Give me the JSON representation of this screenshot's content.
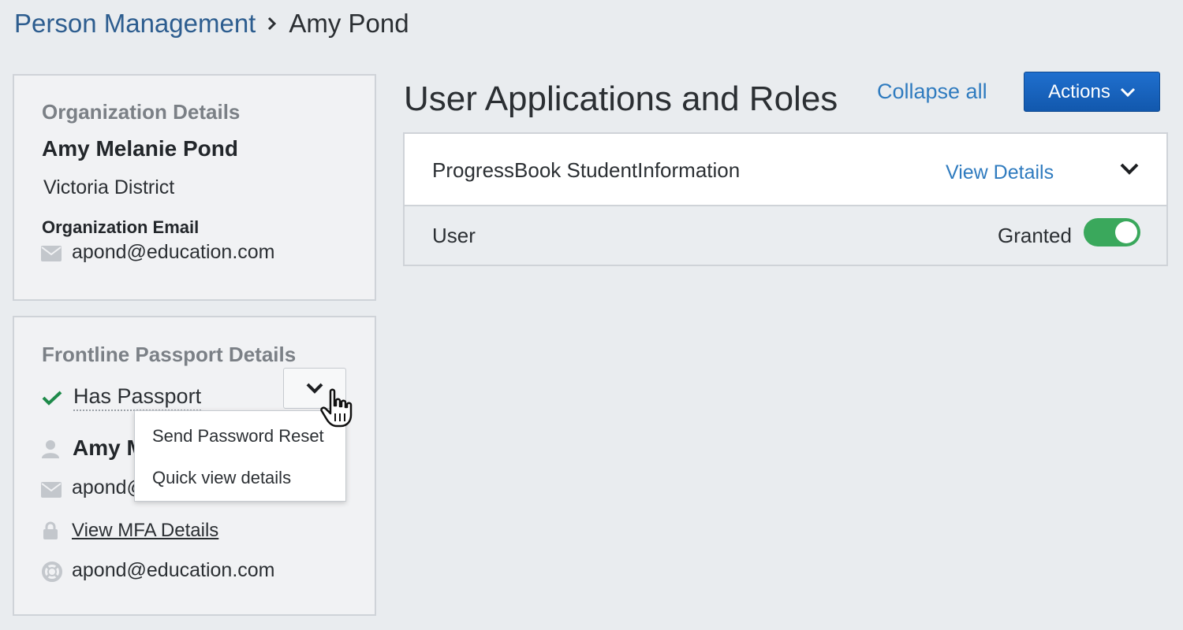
{
  "breadcrumb": {
    "parent": "Person Management",
    "current": "Amy Pond"
  },
  "org_details": {
    "title": "Organization Details",
    "full_name": "Amy Melanie Pond",
    "district": "Victoria District",
    "email_label": "Organization Email",
    "email": "apond@education.com"
  },
  "passport": {
    "title": "Frontline Passport Details",
    "status": "Has Passport",
    "name": "Amy Melanie Pond",
    "email": "apond@education.com",
    "mfa_link": "View MFA Details",
    "recovery_email": "apond@education.com",
    "menu": {
      "items": [
        "Send Password Reset",
        "Quick view details"
      ]
    }
  },
  "main": {
    "title": "User Applications and Roles",
    "collapse_all": "Collapse all",
    "actions_label": "Actions"
  },
  "applications": [
    {
      "name": "ProgressBook StudentInformation",
      "view_details": "View Details",
      "roles": [
        {
          "name": "User",
          "status": "Granted",
          "enabled": true
        }
      ]
    }
  ],
  "colors": {
    "link": "#2f7bbf",
    "breadcrumb_link": "#2d5d8f",
    "primary_button": "#1f6fce",
    "toggle_on": "#3aa85c",
    "check": "#1e8a4a"
  },
  "icons": [
    "chevron-right-icon",
    "envelope-icon",
    "check-icon",
    "user-icon",
    "lock-icon",
    "lifebuoy-icon",
    "chevron-down-icon",
    "hand-cursor-icon"
  ]
}
